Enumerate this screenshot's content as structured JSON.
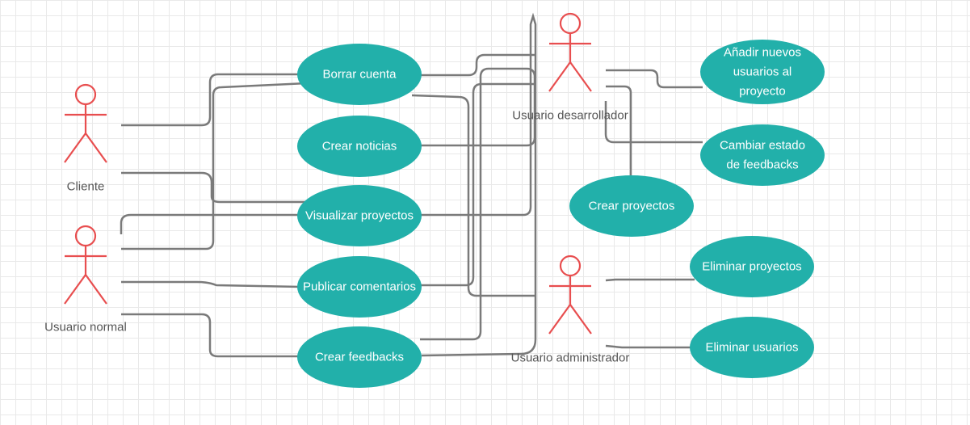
{
  "colors": {
    "use_case_fill": "#22b0aa",
    "actor_stroke": "#e84e4f",
    "connector": "#7a7a7a",
    "label_text": "#555555"
  },
  "actors": {
    "cliente": "Cliente",
    "usuario_normal": "Usuario normal",
    "usuario_desarrollador": "Usuario desarrollador",
    "usuario_administrador": "Usuario administrador"
  },
  "use_cases": {
    "borrar_cuenta": [
      "Borrar cuenta"
    ],
    "crear_noticias": [
      "Crear noticias"
    ],
    "visualizar_proyectos": [
      "Visualizar proyectos"
    ],
    "publicar_comentarios": [
      "Publicar comentarios"
    ],
    "crear_feedbacks": [
      "Crear feedbacks"
    ],
    "anadir_usuarios": [
      "Añadir nuevos",
      "usuarios al",
      "proyecto"
    ],
    "cambiar_estado": [
      "Cambiar estado",
      "de feedbacks"
    ],
    "crear_proyectos": [
      "Crear proyectos"
    ],
    "eliminar_proyectos": [
      "Eliminar proyectos"
    ],
    "eliminar_usuarios": [
      "Eliminar usuarios"
    ]
  }
}
